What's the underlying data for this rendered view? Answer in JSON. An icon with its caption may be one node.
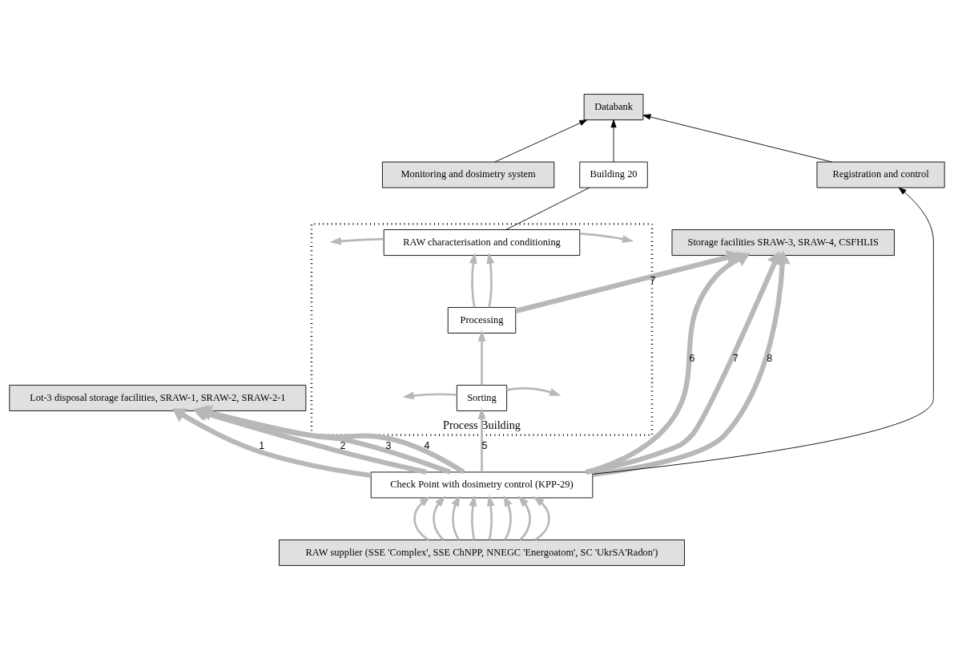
{
  "diagram": {
    "nodes": [
      {
        "text": [
          "Lot-3 disposal storage facilities, SRAW-1, SRAW-2, SRAW-2-1"
        ]
      },
      {
        "text": [
          "Storage facilities SRAW-3, SRAW-4, CSFHLIS"
        ]
      },
      {
        "text": [
          "Monitoring and dosimetry system"
        ]
      },
      {
        "text": [
          "Databank"
        ]
      },
      {
        "text": [
          "Registration and control"
        ]
      },
      {
        "text": [
          "Building 20"
        ]
      },
      {
        "text": [
          "Process Building"
        ]
      },
      {
        "text": [
          "RAW characterisation and conditioning"
        ],
        "in": 6
      },
      {
        "text": [
          "Processing"
        ],
        "in": 6
      },
      {
        "text": [
          "Sorting"
        ],
        "in": 6
      },
      {
        "text": [
          "Check Point with dosimetry control (KPP-29)"
        ]
      },
      {
        "text": [
          "RAW supplier (SSE 'Complex', SSE ChNPP, NNEGC 'Energoatom', SC 'UkrSA'Radon')"
        ]
      }
    ],
    "edges": [
      {
        "from": 11,
        "to": 10,
        "arrow": "to"
      },
      {
        "from": 11,
        "to": 10,
        "arrow": "to"
      },
      {
        "from": 11,
        "to": 10,
        "arrow": "to"
      },
      {
        "from": 11,
        "to": 10,
        "arrow": "to"
      },
      {
        "from": 11,
        "to": 10,
        "arrow": "to"
      },
      {
        "from": 11,
        "to": 10,
        "arrow": "to"
      },
      {
        "from": 11,
        "to": 10,
        "arrow": "to"
      },
      {
        "from": 11,
        "to": 10,
        "arrow": "to"
      },
      {
        "from": 10,
        "to": 0,
        "arrow": "to",
        "label": "1",
        "style": "thick"
      },
      {
        "from": 10,
        "to": 0,
        "arrow": "to",
        "label": "2",
        "style": "thick"
      },
      {
        "from": 10,
        "to": 0,
        "arrow": "to",
        "label": "3",
        "style": "thick"
      },
      {
        "from": 10,
        "to": 0,
        "arrow": "to",
        "label": "4",
        "style": "thick"
      },
      {
        "from": 10,
        "to": 9,
        "arrow": "to",
        "label": "5"
      },
      {
        "from": 9,
        "to": 8,
        "arrow": "to"
      },
      {
        "from": 9,
        "to": null,
        "arrow": "to"
      },
      {
        "from": 9,
        "to": null,
        "arrow": "to"
      },
      {
        "from": 8,
        "to": 7,
        "arrow": "to"
      },
      {
        "from": 8,
        "to": 7,
        "arrow": "to"
      },
      {
        "from": 8,
        "to": 1,
        "arrow": "to",
        "label": "7",
        "style": "thick"
      },
      {
        "from": 7,
        "to": null,
        "arrow": "to"
      },
      {
        "from": 7,
        "to": null,
        "arrow": "to"
      },
      {
        "from": 10,
        "to": 1,
        "arrow": "to",
        "label": "6",
        "style": "thick"
      },
      {
        "from": 10,
        "to": 1,
        "arrow": "to",
        "label": "7",
        "style": "thick"
      },
      {
        "from": 10,
        "to": 1,
        "arrow": "to",
        "label": "8",
        "style": "thick"
      },
      {
        "from": 2,
        "to": 3,
        "arrow": "to",
        "color": "#000000"
      },
      {
        "from": 10,
        "to": 4,
        "arrow": "to",
        "color": "#000000"
      },
      {
        "from": 4,
        "to": 3,
        "arrow": "to",
        "color": "#000000"
      },
      {
        "from": 7,
        "to": 5,
        "arrow": "none",
        "color": "#000000"
      },
      {
        "from": 5,
        "to": 3,
        "arrow": "to",
        "color": "#000000"
      }
    ]
  }
}
